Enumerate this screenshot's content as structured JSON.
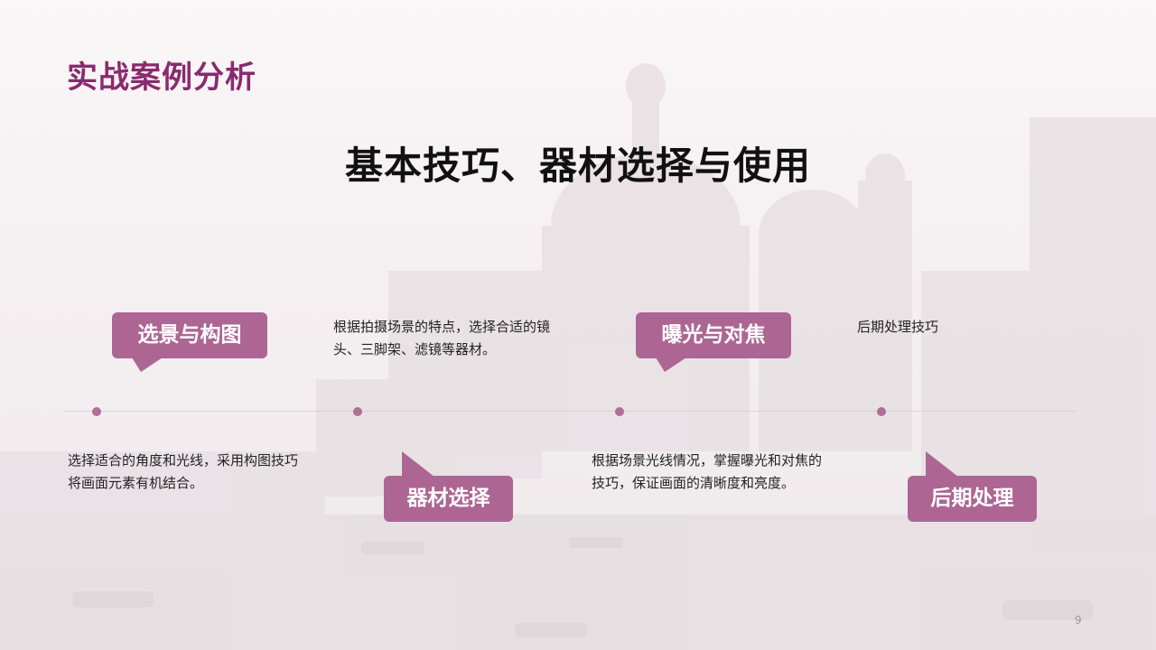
{
  "section_title": "实战案例分析",
  "main_title": "基本技巧、器材选择与使用",
  "steps": [
    {
      "label": "选景与构图",
      "desc": "选择适合的角度和光线，采用构图技巧将画面元素有机结合。"
    },
    {
      "label": "器材选择",
      "desc": "根据拍摄场景的特点，选择合适的镜头、三脚架、滤镜等器材。"
    },
    {
      "label": "曝光与对焦",
      "desc": "根据场景光线情况，掌握曝光和对焦的技巧，保证画面的清晰度和亮度。"
    },
    {
      "label": "后期处理",
      "desc": "后期处理技巧"
    }
  ],
  "page_number": "9",
  "colors": {
    "accent": "#ad6693",
    "section_title": "#8b2a6e",
    "dot": "#b06f96"
  }
}
